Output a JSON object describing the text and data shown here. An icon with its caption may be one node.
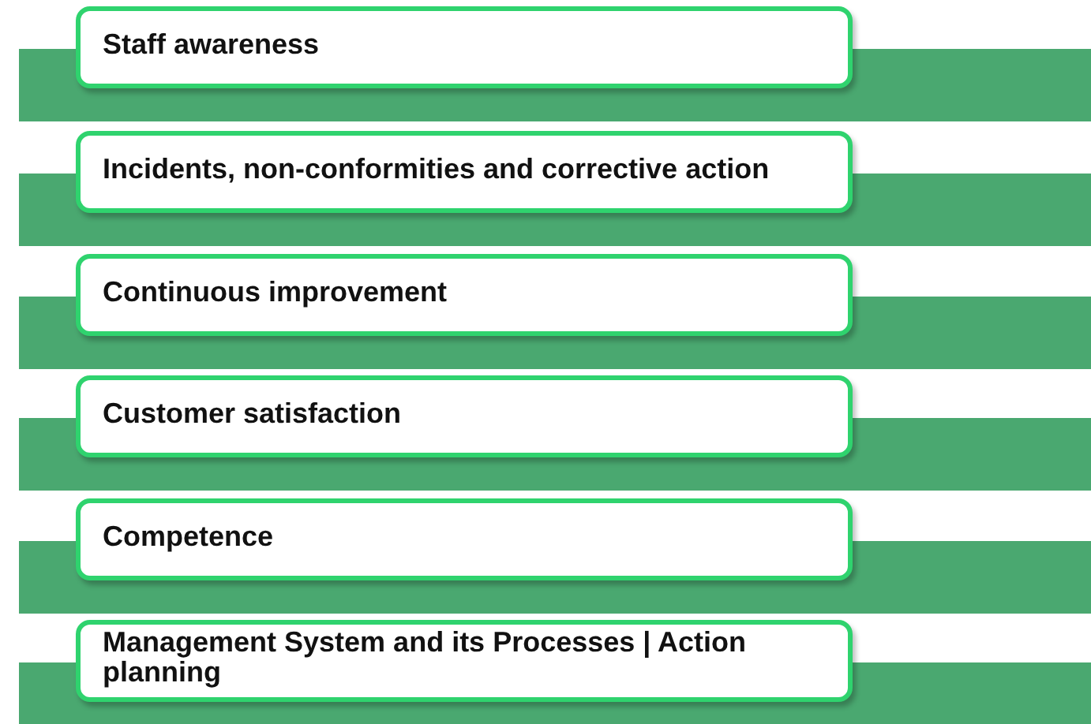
{
  "diagram": {
    "nodes": [
      {
        "text": [
          "Staff awareness"
        ]
      },
      {
        "text": [
          "Incidents, non-conformities and corrective action"
        ]
      },
      {
        "text": [
          "Continuous improvement"
        ]
      },
      {
        "text": [
          "Customer satisfaction"
        ]
      },
      {
        "text": [
          "Competence"
        ]
      },
      {
        "text": [
          "Management System and its Processes | Action planning"
        ]
      }
    ]
  }
}
